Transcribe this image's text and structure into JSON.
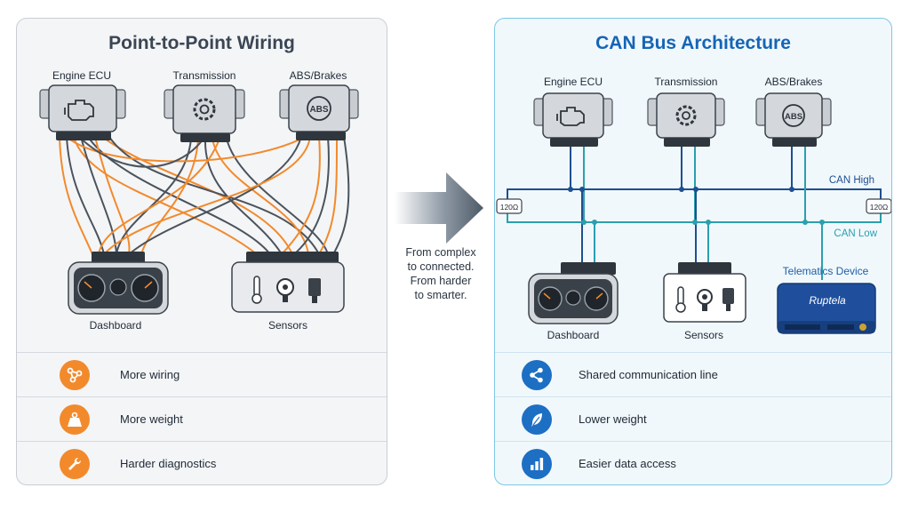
{
  "left": {
    "title": "Point-to-Point Wiring",
    "modules": [
      "Engine ECU",
      "Transmission",
      "ABS/Brakes"
    ],
    "abs_badge": "ABS",
    "dashboard_label": "Dashboard",
    "sensors_label": "Sensors",
    "features": [
      {
        "icon": "network-icon",
        "text": "More wiring"
      },
      {
        "icon": "weight-icon",
        "text": "More weight"
      },
      {
        "icon": "wrench-icon",
        "text": "Harder diagnostics"
      }
    ]
  },
  "center": {
    "caption_lines": [
      "From complex",
      "to connected.",
      "From harder",
      "to smarter."
    ]
  },
  "right": {
    "title": "CAN Bus Architecture",
    "modules": [
      "Engine ECU",
      "Transmission",
      "ABS/Brakes"
    ],
    "abs_badge": "ABS",
    "can_high": "CAN High",
    "can_low": "CAN Low",
    "resistor_left": "120Ω",
    "resistor_right": "120Ω",
    "dashboard_label": "Dashboard",
    "sensors_label": "Sensors",
    "telematics_label": "Telematics Device",
    "telematics_brand": "Ruptela",
    "features": [
      {
        "icon": "share-icon",
        "text": "Shared communication line"
      },
      {
        "icon": "feather-icon",
        "text": "Lower weight"
      },
      {
        "icon": "bar-chart-icon",
        "text": "Easier data access"
      }
    ]
  },
  "colors": {
    "orange_wire": "#f28a2c",
    "dark_wire": "#4b535c",
    "can_high": "#1e4f8f",
    "can_low": "#2a9fae",
    "accent_blue": "#1d6fc4"
  }
}
